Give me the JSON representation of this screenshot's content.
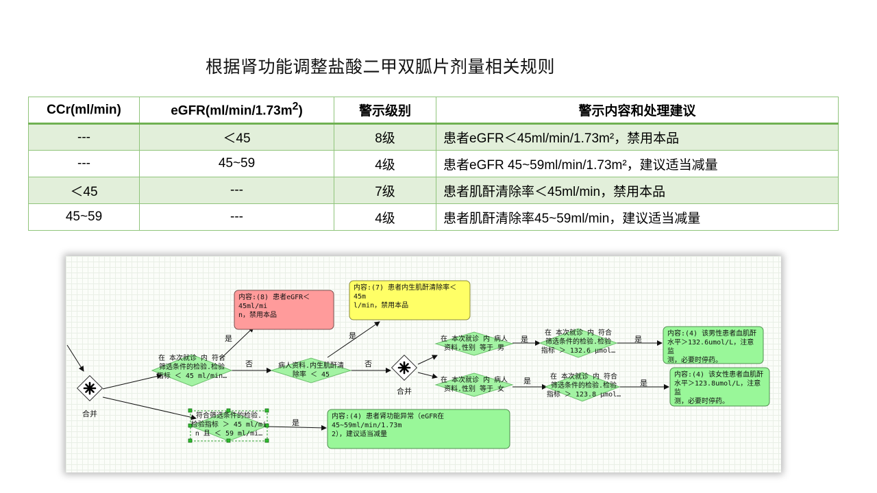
{
  "title": "根据肾功能调整盐酸二甲双胍片剂量相关规则",
  "table": {
    "headers": [
      "CCr(ml/min)",
      "eGFR(ml/min/1.73m²)",
      "警示级别",
      "警示内容和处理建议"
    ],
    "rows": [
      [
        "---",
        "＜45",
        "8级",
        "患者eGFR＜45ml/min/1.73m²，禁用本品"
      ],
      [
        "---",
        "45~59",
        "4级",
        "患者eGFR 45~59ml/min/1.73m²，建议适当减量"
      ],
      [
        "＜45",
        "---",
        "7级",
        "患者肌酐清除率＜45ml/min，禁用本品"
      ],
      [
        "45~59",
        "---",
        "4级",
        "患者肌酐清除率45~59ml/min，建议适当减量"
      ]
    ]
  },
  "diagram": {
    "merge_label": "合并",
    "yes": "是",
    "no": "否",
    "cond_egfr_lt45": "在 本次就诊 内 符合\n筛选条件的检验.检验\n指标 ＜ 45 ml/min…",
    "cond_crcl": "病人资料.内生肌酐清\n除率 ＜ 45",
    "cond_male": "在 本次就诊 内 病人\n资料.性别 等于 男",
    "cond_female": "在 本次就诊 内 病人\n资料.性别 等于 女",
    "cond_male_cr": "在 本次就诊 内 符合\n筛选条件的检验.检验\n指标 ＞ 132.6 μmol…",
    "cond_female_cr": "在 本次就诊 内 符合\n筛选条件的检验.检验\n指标 ＞ 123.8 μmol…",
    "cond_egfr_45_59": "符合筛选条件的检验.\n检验指标 ＞ 45 ml/mi\nn 且 ＜ 59 ml/mi…",
    "box_8": "内容:(8) 患者eGFR＜45ml/mi\nn，禁用本品",
    "box_7": "内容:(7) 患者内生肌酐清除率＜45m\nl/min，禁用本品",
    "box_male": "内容:(4) 该男性患者血肌酐\n水平＞132.6umol/L，注意监\n测，必要时停药。",
    "box_female": "内容:(4) 该女性患者血肌酐\n水平＞123.8umol/L，注意监\n测，必要时停药。",
    "box_egfr": "内容:(4) 患者肾功能异常（eGFR在45~59ml/min/1.73m\n2），建议适当减量",
    "colors": {
      "red_box": "#ff9b9b",
      "yellow_box": "#ffff66",
      "green_box": "#99f799",
      "diamond": "#a3f3a3"
    }
  }
}
